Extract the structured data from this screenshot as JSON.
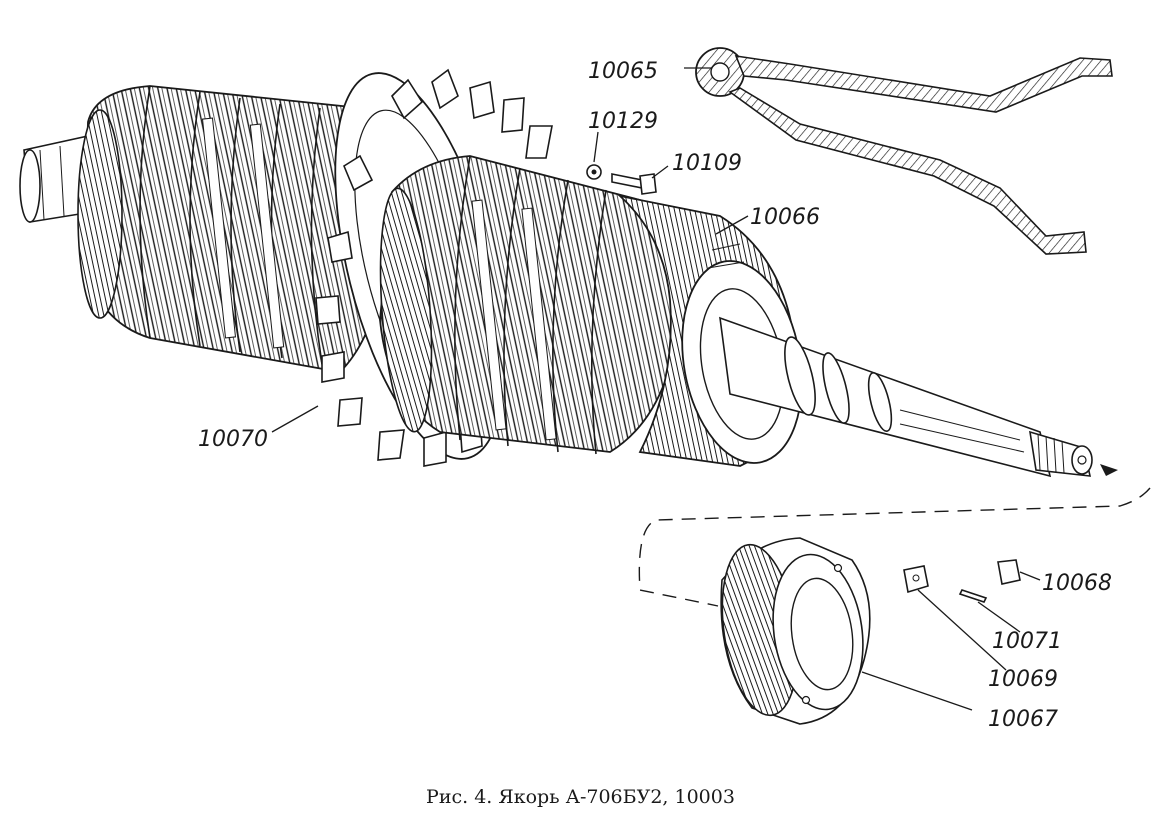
{
  "caption": "Рис. 4. Якорь А-706БУ2, 10003",
  "callouts": {
    "p10065": "10065",
    "p10129": "10129",
    "p10109": "10109",
    "p10066": "10066",
    "p10070": "10070",
    "p10068": "10068",
    "p10071": "10071",
    "p10069": "10069",
    "p10067": "10067"
  }
}
